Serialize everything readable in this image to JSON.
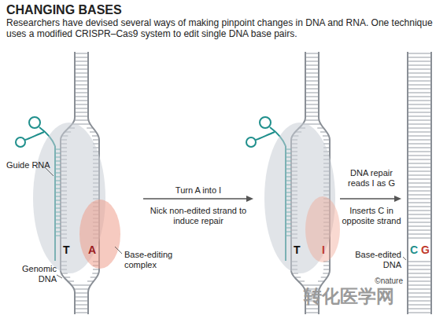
{
  "diagram": {
    "title": "CHANGING BASES",
    "labels": [
      "Researchers have devised several ways of making pinpoint changes in DNA and RNA. One technique uses a modified CRISPR–Cas9 system to edit single DNA base pairs.",
      "Guide RNA",
      "T",
      "A",
      "Genomic DNA",
      "Base-editing complex",
      "Turn A into I",
      "Nick non-edited strand to induce repair",
      "T",
      "I",
      "DNA repair reads I as G",
      "Inserts C in opposite strand",
      "C",
      "G",
      "Base-edited DNA",
      "©nature",
      "转化医学网"
    ]
  }
}
